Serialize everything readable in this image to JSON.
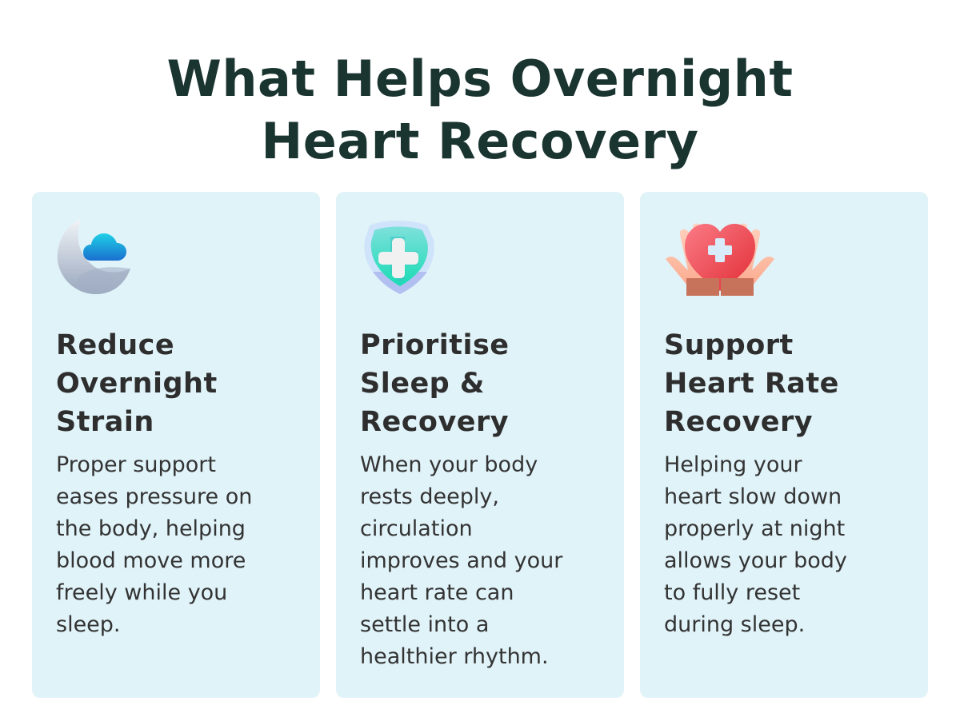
{
  "title": {
    "line1": "What Helps Overnight",
    "line2": "Heart Recovery"
  },
  "colors": {
    "title": "#1a3430",
    "card_bg": "#e0f3f9",
    "heading": "#2e2e2e",
    "body": "#333333"
  },
  "cards": [
    {
      "icon": "moon-cloud-icon",
      "heading": [
        "Reduce",
        "Overnight",
        "Strain"
      ],
      "body": [
        "Proper support",
        "eases pressure on",
        "the body, helping",
        "blood move more",
        "freely while you",
        "sleep."
      ]
    },
    {
      "icon": "shield-plus-icon",
      "heading": [
        "Prioritise",
        "Sleep &",
        "Recovery"
      ],
      "body": [
        "When your body",
        "rests deeply,",
        "circulation",
        "improves and your",
        "heart rate can",
        "settle into a",
        "healthier rhythm."
      ]
    },
    {
      "icon": "hands-heart-icon",
      "heading": [
        "Support",
        "Heart Rate",
        "Recovery"
      ],
      "body": [
        "Helping your",
        "heart slow down",
        "properly at night",
        "allows your body",
        "to fully reset",
        "during sleep."
      ]
    }
  ]
}
